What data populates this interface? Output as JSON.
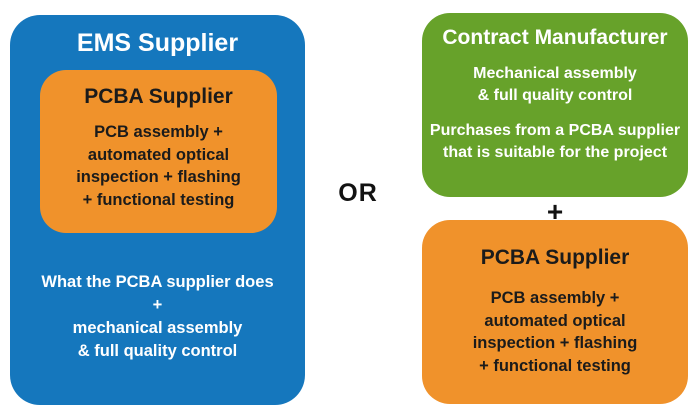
{
  "colors": {
    "blue": "#1577bd",
    "orange": "#f0922b",
    "green": "#67a22a",
    "dark_text": "#1b1b1b",
    "light_text": "#ffffff",
    "background": "#ffffff"
  },
  "ems_supplier": {
    "title": "EMS Supplier",
    "pcba_box": {
      "title": "PCBA Supplier",
      "lines": [
        "PCB assembly +",
        "automated optical",
        "inspection + flashing",
        "+ functional testing"
      ]
    },
    "footer_lines": [
      "What the PCBA supplier does",
      "+",
      "mechanical assembly",
      "& full quality control"
    ]
  },
  "or_label": "OR",
  "contract_manufacturer": {
    "title": "Contract Manufacturer",
    "para1_lines": [
      "Mechanical assembly",
      "& full quality control"
    ],
    "para2_lines": [
      "Purchases from a PCBA supplier",
      "that is suitable for the project"
    ]
  },
  "plus_label": "+",
  "pcba_supplier_right": {
    "title": "PCBA Supplier",
    "lines": [
      "PCB assembly +",
      "automated optical",
      "inspection + flashing",
      "+ functional testing"
    ]
  }
}
